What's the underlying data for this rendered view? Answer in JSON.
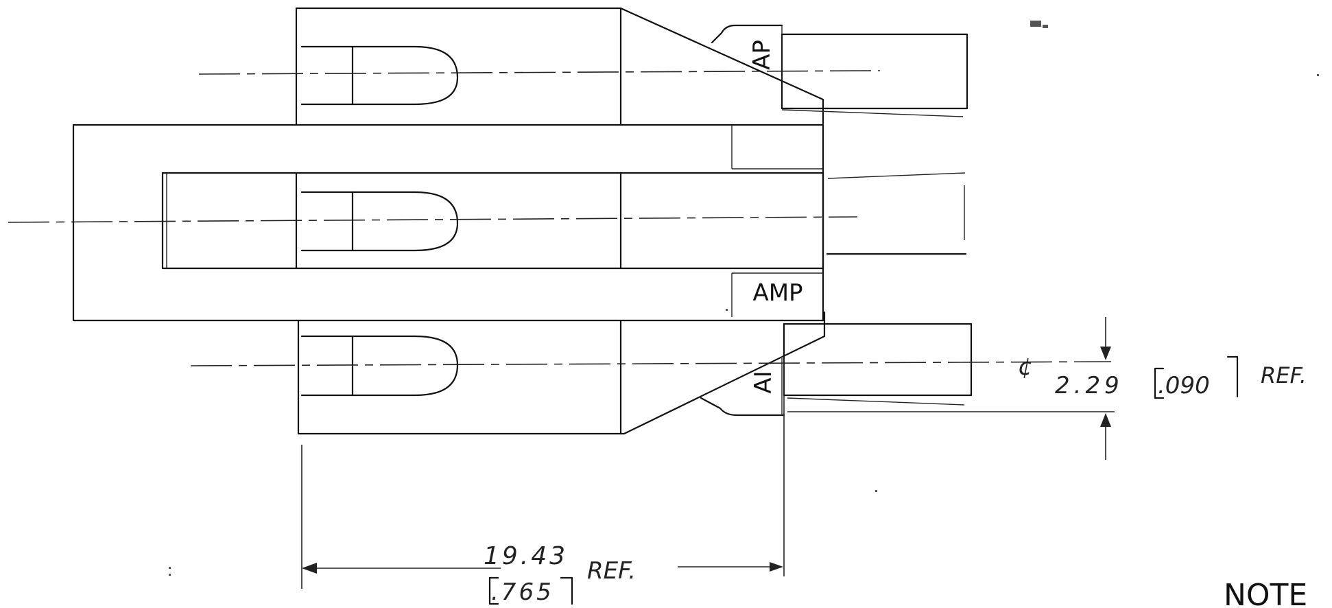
{
  "labels": {
    "housing_marking": "AMP",
    "top_marking_partial": "AP",
    "bottom_marking_partial": "AI",
    "note": "NOTE"
  },
  "dimensions": {
    "spacing": {
      "symbol": "¢",
      "metric": "2.29",
      "inch": ".090",
      "suffix": "REF."
    },
    "length": {
      "metric": "19.43",
      "inch": ".765",
      "suffix": "REF."
    }
  }
}
